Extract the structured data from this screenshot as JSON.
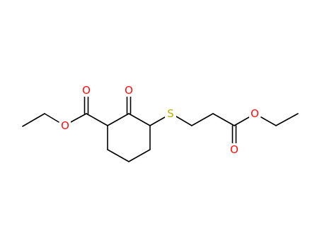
{
  "molecule": {
    "atoms": {
      "o_carbonyl_ester1": {
        "label": "O"
      },
      "o_ether_ester1": {
        "label": "O"
      },
      "o_ketone": {
        "label": "O"
      },
      "s_thioether": {
        "label": "S"
      },
      "o_carbonyl_ester2": {
        "label": "O"
      },
      "o_ether_ester2": {
        "label": "O"
      }
    },
    "colors": {
      "oxygen": "#ff0d0d",
      "sulfur": "#b2b200",
      "carbon_bond": "#000000",
      "background": "#ffffff"
    }
  }
}
